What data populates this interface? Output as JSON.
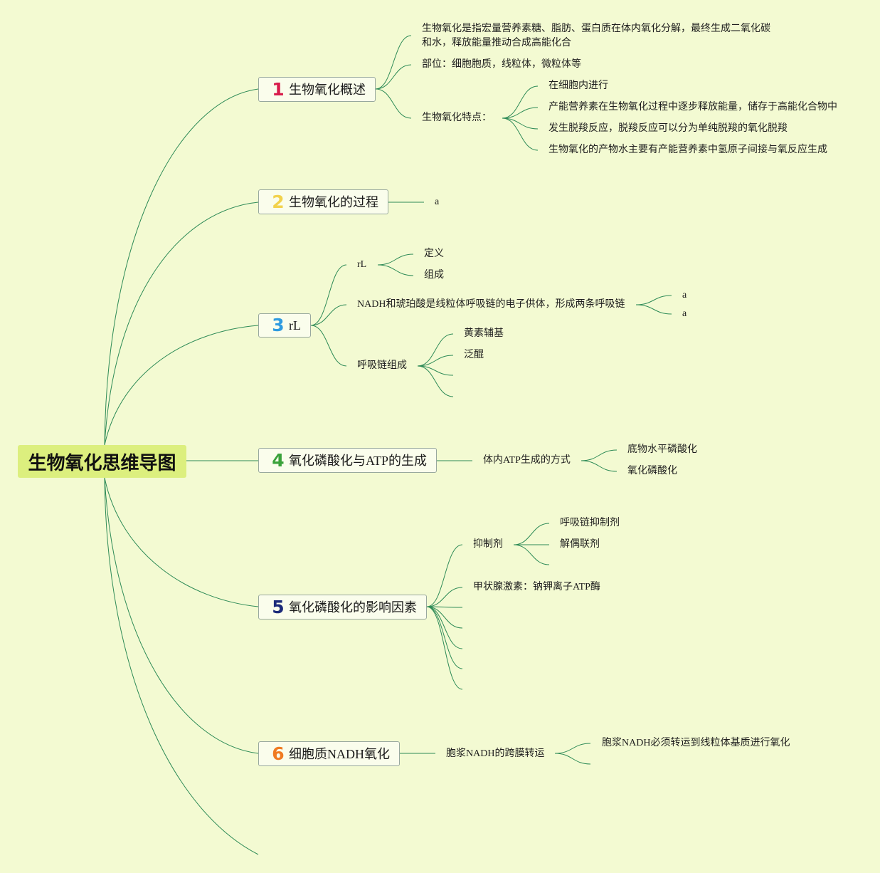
{
  "root": {
    "title": "生物氧化思维导图"
  },
  "colors": {
    "background": "#F3FAD2",
    "root_fill": "#DCEF7E",
    "line": "#2E8B57",
    "topic_border": "#98A89E"
  },
  "branches": [
    {
      "num": "1",
      "color": "#D81C4B",
      "label": "生物氧化概述",
      "children": [
        {
          "text": "生物氧化是指宏量营养素糖、脂肪、蛋白质在体内氧化分解，最终生成二氧化碳\n和水，释放能量推动合成高能化合"
        },
        {
          "text": "部位：细胞胞质，线粒体，微粒体等"
        },
        {
          "text": "生物氧化特点：",
          "children": [
            {
              "text": "在细胞内进行"
            },
            {
              "text": "产能营养素在生物氧化过程中逐步释放能量，储存于高能化合物中"
            },
            {
              "text": "发生脱羧反应，脱羧反应可以分为单纯脱羧的氧化脱羧"
            },
            {
              "text": "生物氧化的产物水主要有产能营养素中氢原子间接与氧反应生成"
            }
          ]
        }
      ]
    },
    {
      "num": "2",
      "color": "#F2D24C",
      "label": "生物氧化的过程",
      "children": [
        {
          "text": "a"
        }
      ]
    },
    {
      "num": "3",
      "color": "#2F9BE0",
      "label": "rL",
      "children": [
        {
          "text": "rL",
          "children": [
            {
              "text": "定义"
            },
            {
              "text": "组成"
            }
          ]
        },
        {
          "text": "NADH和琥珀酸是线粒体呼吸链的电子供体，形成两条呼吸链",
          "children": [
            {
              "text": "a"
            },
            {
              "text": "a"
            }
          ]
        },
        {
          "text": "呼吸链组成",
          "children": [
            {
              "text": "黄素辅基"
            },
            {
              "text": "泛醌"
            }
          ]
        }
      ]
    },
    {
      "num": "4",
      "color": "#3AA23A",
      "label": "氧化磷酸化与ATP的生成",
      "children": [
        {
          "text": "体内ATP生成的方式",
          "children": [
            {
              "text": "底物水平磷酸化"
            },
            {
              "text": "氧化磷酸化"
            }
          ]
        }
      ]
    },
    {
      "num": "5",
      "color": "#1C2B7A",
      "label": "氧化磷酸化的影响因素",
      "children": [
        {
          "text": "抑制剂",
          "children": [
            {
              "text": "呼吸链抑制剂"
            },
            {
              "text": "解偶联剂"
            }
          ]
        },
        {
          "text": "甲状腺激素：钠钾离子ATP酶"
        }
      ]
    },
    {
      "num": "6",
      "color": "#F07B22",
      "label": "细胞质NADH氧化",
      "children": [
        {
          "text": "胞浆NADH的跨膜转运",
          "children": [
            {
              "text": "胞浆NADH必须转运到线粒体基质进行氧化"
            }
          ]
        }
      ]
    }
  ]
}
